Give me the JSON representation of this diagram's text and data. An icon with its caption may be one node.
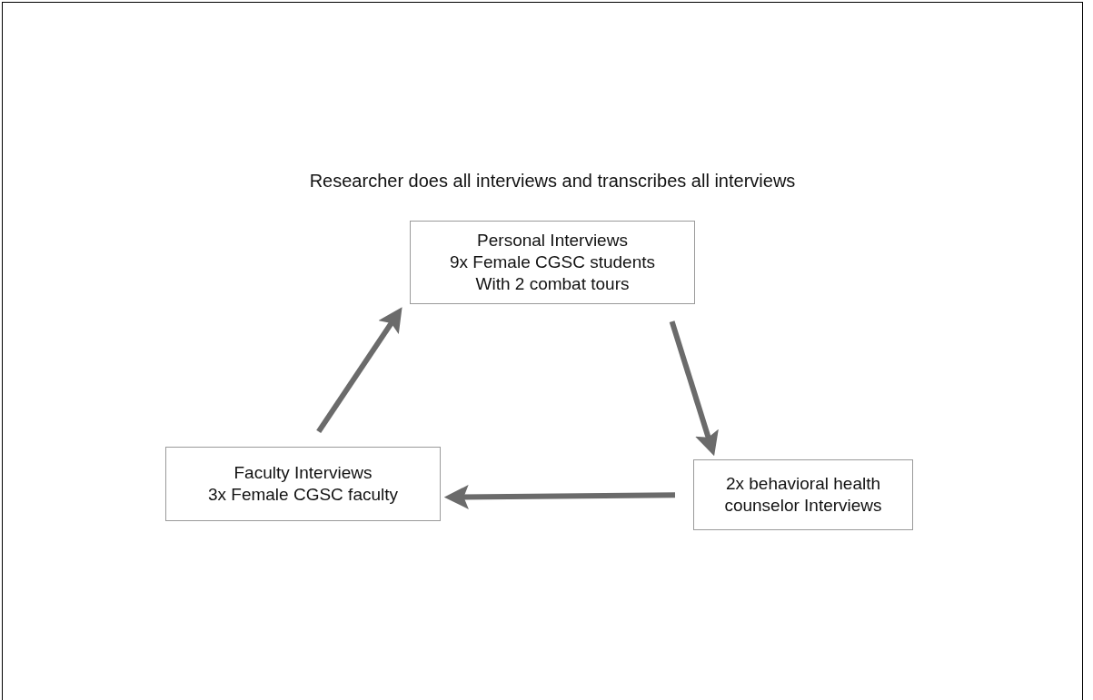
{
  "diagram": {
    "title": "Researcher does all interviews and transcribes all interviews",
    "nodes": [
      {
        "text": [
          "Personal Interviews",
          "9x Female CGSC students",
          "With 2 combat tours"
        ]
      },
      {
        "text": [
          "2x behavioral health counselor Interviews"
        ]
      },
      {
        "text": [
          "Faculty Interviews",
          "3x Female CGSC faculty"
        ]
      }
    ],
    "edges": [
      {
        "from": 0,
        "to": 1,
        "arrow": "to"
      },
      {
        "from": 1,
        "to": 2,
        "arrow": "to"
      },
      {
        "from": 2,
        "to": 0,
        "arrow": "to"
      }
    ]
  }
}
